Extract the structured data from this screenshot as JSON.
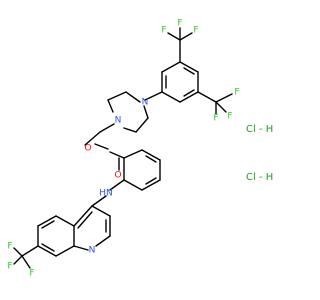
{
  "atom_labels": {
    "F_a": "F",
    "F_b": "F",
    "F_c": "F",
    "F_d": "F",
    "F_e": "F",
    "F_f": "F",
    "F_g": "F",
    "F_h": "F",
    "F_i": "F",
    "N_pip_top": "N",
    "N_pip_bottom": "N",
    "O_ester_link": "O",
    "O_carbonyl": "O",
    "N_amine": "HN",
    "N_quinoline": "N"
  },
  "salts": [
    "Cl - H",
    "Cl - H"
  ],
  "colors": {
    "fluorine": "#33cc33",
    "nitrogen": "#3050f8",
    "oxygen": "#ff0d0d",
    "chlorine": "#1fa31f",
    "bond": "#000000"
  }
}
